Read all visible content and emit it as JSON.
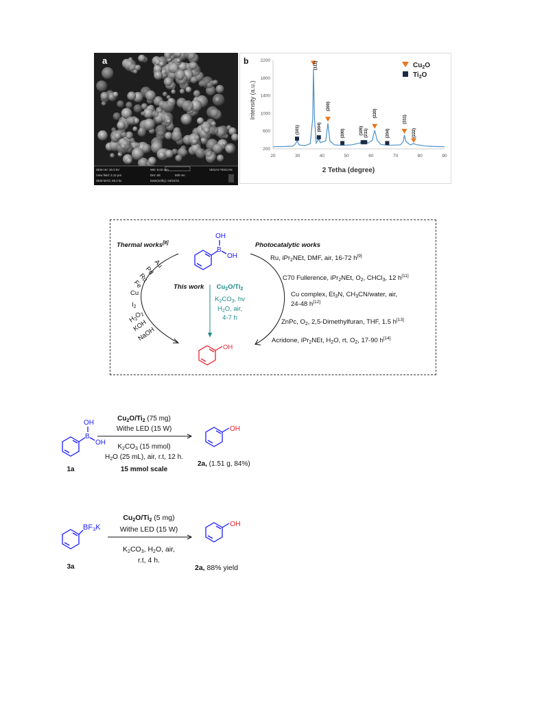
{
  "figure_a": {
    "panel_label": "a",
    "info_bar": {
      "row1": [
        "SEM HV: 20.0 kV",
        "WD: 6.02 mm",
        "VEGA3 TESCAN"
      ],
      "row2": [
        "View field: 3.12 µm",
        "Det: SE",
        "500 nm"
      ],
      "row3": [
        "SEM MAG: 65.0 kx",
        "Date(m/d/y): 04/24/21"
      ]
    }
  },
  "figure_b": {
    "panel_label": "b",
    "legend": {
      "cu2o": "Cu",
      "cu2o_sub": "2",
      "cu2o_end": "O",
      "ti2o": "Ti",
      "ti2o_sub": "2",
      "ti2o_end": "O"
    },
    "peak_labels": [
      "(101)",
      "(111)",
      "(004)",
      "(200)",
      "(200)",
      "(105)",
      "(211)",
      "(220)",
      "(204)",
      "(311)",
      "(222)"
    ],
    "colors": {
      "line": "#4a90c8",
      "cu2o_marker": "#e8741e",
      "ti2o_marker": "#1b2a44"
    }
  },
  "chart_data": {
    "type": "line",
    "xlabel": "2 Tetha (degree)",
    "ylabel": "Intensity (a.u.)",
    "xlim": [
      20,
      90
    ],
    "ylim": [
      200,
      2200
    ],
    "x_ticks": [
      20,
      30,
      40,
      50,
      60,
      70,
      80,
      90
    ],
    "y_ticks": [
      200,
      600,
      1000,
      1400,
      1800,
      2200
    ],
    "grid": false,
    "legend_position": "top-right",
    "series": [
      {
        "name": "",
        "points": [
          [
            20,
            250
          ],
          [
            25,
            255
          ],
          [
            28,
            262
          ],
          [
            29,
            300
          ],
          [
            29.8,
            380
          ],
          [
            30.6,
            290
          ],
          [
            33,
            270
          ],
          [
            35.2,
            320
          ],
          [
            36.2,
            900
          ],
          [
            36.5,
            2000
          ],
          [
            36.9,
            900
          ],
          [
            37.6,
            330
          ],
          [
            38.7,
            420
          ],
          [
            39.3,
            340
          ],
          [
            41.5,
            380
          ],
          [
            42.4,
            780
          ],
          [
            43.2,
            380
          ],
          [
            45,
            290
          ],
          [
            48,
            280
          ],
          [
            52,
            290
          ],
          [
            55.5,
            330
          ],
          [
            57,
            380
          ],
          [
            58.8,
            330
          ],
          [
            60.5,
            390
          ],
          [
            61.5,
            620
          ],
          [
            62.5,
            390
          ],
          [
            64,
            300
          ],
          [
            67.5,
            280
          ],
          [
            72,
            290
          ],
          [
            73.2,
            370
          ],
          [
            73.6,
            510
          ],
          [
            74.2,
            370
          ],
          [
            76,
            290
          ],
          [
            77.4,
            320
          ],
          [
            78.2,
            300
          ],
          [
            82,
            265
          ],
          [
            86,
            255
          ],
          [
            90,
            250
          ]
        ]
      }
    ],
    "cu2o_peaks": [
      [
        36.5,
        2130
      ],
      [
        42.4,
        860
      ],
      [
        61.5,
        700
      ],
      [
        73.6,
        590
      ],
      [
        77.4,
        380
      ]
    ],
    "ti2o_peaks": [
      [
        29.8,
        430
      ],
      [
        38.7,
        460
      ],
      [
        48.3,
        330
      ],
      [
        56.6,
        350
      ],
      [
        57.6,
        350
      ],
      [
        66.6,
        330
      ]
    ]
  },
  "scheme1": {
    "thermal_heading": "Thermal works",
    "thermal_ref": "[8]",
    "photo_heading": "Photocatalytic works",
    "thermal_metals": [
      "Au",
      "Pd",
      "Ru",
      "Fe"
    ],
    "thermal_cu": "Cu",
    "thermal_i2": "I",
    "thermal_i2_sub": "2",
    "thermal_bases": [
      "KOH",
      "NaOH"
    ],
    "thermal_h2o2": "H",
    "this_work": "This work",
    "catalyst": "Cu",
    "cond1": "K",
    "cond1_tail": "CO",
    "cond1_end": ", hν",
    "cond2": "H",
    "cond2_end": "O, air,",
    "cond3": "4-7 h",
    "photo_items": [
      {
        "text": "Ru, iPr",
        "sub": "2",
        "tail": "NEt, DMF, air, 16-72 h",
        "ref": "[9]"
      },
      {
        "text": "C70 Fullerence, iPr",
        "sub": "2",
        "tail": "NEt, O",
        "sub2": "2",
        "tail2": ", CHCl",
        "sub3": "3",
        "tail3": ", 12 h",
        "ref": "[11]"
      },
      {
        "text": "Cu complex, Et",
        "sub": "3",
        "tail": "N, CH",
        "sub2": "3",
        "tail2": "CN/water, air,",
        "line2": "24-48 h",
        "ref": "[12]"
      },
      {
        "text": "ZnPc, O",
        "sub": "2",
        "tail": ", 2,5-Dimethylfuran, THF, 1.5 h",
        "ref": "[13]"
      },
      {
        "text": "Acridone, iPr",
        "sub": "2",
        "tail": "NEt, H",
        "sub2": "2",
        "tail2": "O, rt, O",
        "sub3": "2",
        "tail3": ", 17-90 h",
        "ref": "[14]"
      }
    ],
    "atoms": {
      "oh": "OH",
      "b": "B"
    }
  },
  "scheme2": {
    "catalyst_amount": " (75 mg)",
    "light": "Withe LED (15 W)",
    "base": " (15 mmol)",
    "solvent": "O (25 mL), air, r.t, 12 h.",
    "scale": "15 mmol scale",
    "sm_label": "1a",
    "product_label": "2a,",
    "product_yield": " (1.51 g, 84%)"
  },
  "scheme3": {
    "reagent_bf3k": "BF",
    "reagent_k": "K",
    "catalyst_amount": " (5 mg)",
    "light": "Withe LED (15 W)",
    "cond1_end": "O, air,",
    "cond2": "r.t, 4 h.",
    "sm_label": "3a",
    "product_label": "2a,",
    "product_yield": " 88% yield"
  }
}
